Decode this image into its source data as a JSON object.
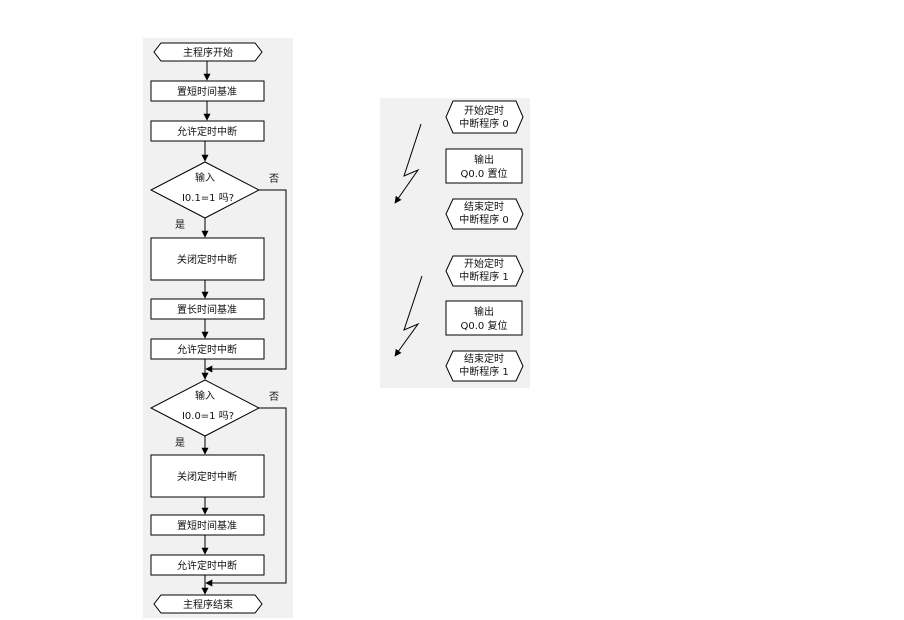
{
  "main": {
    "start": "主程序开始",
    "set_short_1": "置短时间基准",
    "enable_1": "允许定时中断",
    "decision_1_line1": "输入",
    "decision_1_line2": "I0.1=1 吗?",
    "yes_1": "是",
    "no_1": "否",
    "disable_1": "关闭定时中断",
    "set_long": "置长时间基准",
    "enable_2": "允许定时中断",
    "decision_2_line1": "输入",
    "decision_2_line2": "I0.0=1 吗?",
    "yes_2": "是",
    "no_2": "否",
    "disable_2": "关闭定时中断",
    "set_short_2": "置短时间基准",
    "enable_3": "允许定时中断",
    "end": "主程序结束"
  },
  "interrupt_0": {
    "start_line1": "开始定时",
    "start_line2": "中断程序 0",
    "output_line1": "输出",
    "output_line2": "Q0.0 置位",
    "end_line1": "结束定时",
    "end_line2": "中断程序 0"
  },
  "interrupt_1": {
    "start_line1": "开始定时",
    "start_line2": "中断程序 1",
    "output_line1": "输出",
    "output_line2": "Q0.0 复位",
    "end_line1": "结束定时",
    "end_line2": "中断程序 1"
  }
}
